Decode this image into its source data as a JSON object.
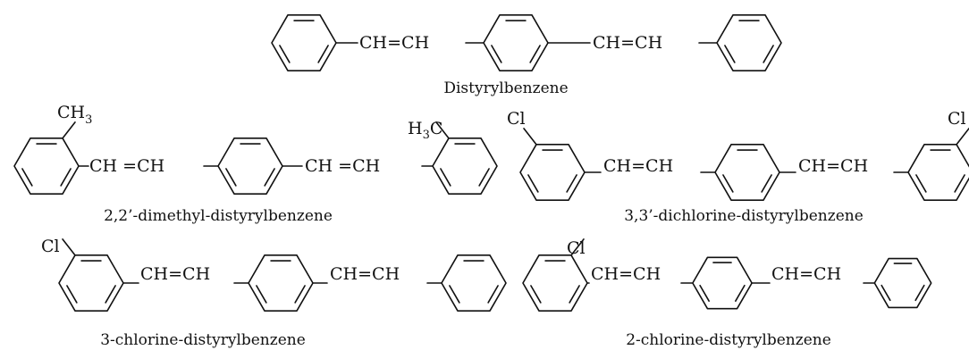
{
  "molecules": [
    {
      "caption": "Distyrylbenzene",
      "linker_left": "CH=CH",
      "linker_right": "CH=CH"
    },
    {
      "caption": "2,2’-dimethyl-distyrylbenzene",
      "linker_left": "CH =CH",
      "linker_right": "CH =CH",
      "sub_left": {
        "main": "CH",
        "sub": "3"
      },
      "sub_right": {
        "main": "H",
        "sub": "3",
        "tail": "C"
      }
    },
    {
      "caption": "3,3’-dichlorine-distyrylbenzene",
      "linker_left": "CH=CH",
      "linker_right": "CH=CH",
      "sub_left": "Cl",
      "sub_right": "Cl"
    },
    {
      "caption": "3-chlorine-distyrylbenzene",
      "linker_left": "CH=CH",
      "linker_right": "CH=CH",
      "sub_left": "Cl"
    },
    {
      "caption": "2-chlorine-distyrylbenzene",
      "linker_left": "CH=CH",
      "linker_right": "CH=CH",
      "sub_left": "Cl"
    }
  ],
  "icons": [
    "benzene-ring-icon"
  ]
}
